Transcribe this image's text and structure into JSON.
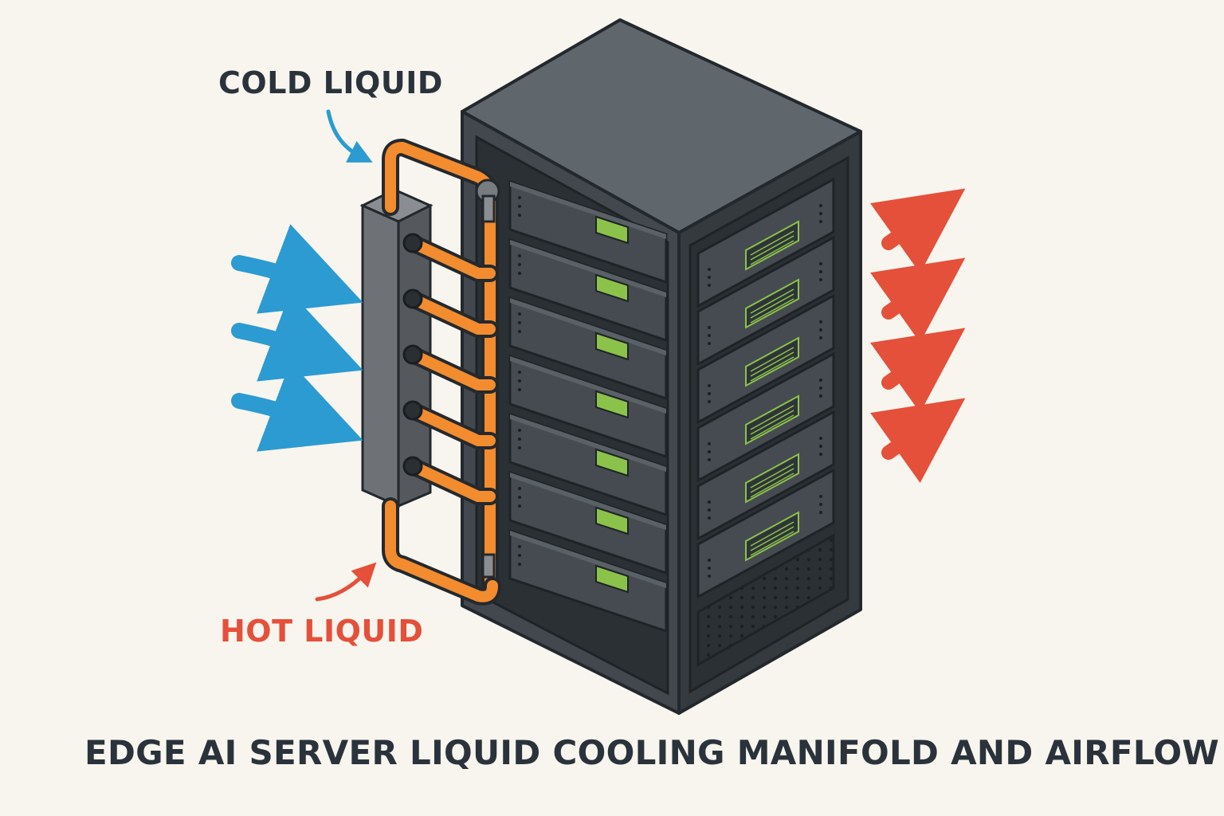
{
  "labels": {
    "cold_liquid": "COLD LIQUID",
    "hot_liquid": "HOT LIQUID"
  },
  "title": "EDGE AI SERVER LIQUID COOLING MANIFOLD AND AIRFLOW",
  "colors": {
    "background": "#f8f5ee",
    "text_dark": "#2a333b",
    "cold": "#2b9bd1",
    "hot": "#e5503a",
    "pipe": "#f28c2e",
    "rack_body": "#3d4348",
    "rack_top": "#5f676d",
    "manifold": "#6e7277",
    "status_led": "#8bc34a"
  },
  "icons": [
    "cold-airflow-arrow-icon",
    "hot-airflow-arrow-icon",
    "pipe-icon",
    "server-unit-icon"
  ]
}
